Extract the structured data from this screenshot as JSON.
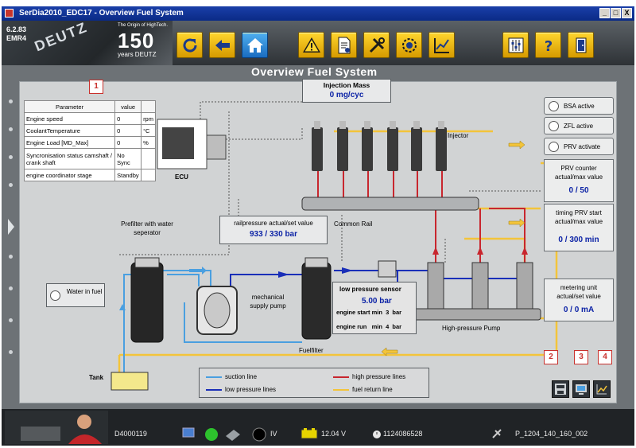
{
  "window": {
    "title": "SerDia2010_EDC17 - Overview Fuel System",
    "minimize": "_",
    "maximize": "□",
    "close": "X"
  },
  "brand": {
    "version": "6.2.83",
    "ecu_type": "EMR4",
    "logo_word": "DEUTZ",
    "tagline": "The Origin of HighTech.",
    "years_number": "150",
    "years_text": "years DEUTZ"
  },
  "toolbar": {
    "buttons": [
      {
        "name": "refresh-button",
        "icon": "refresh-icon"
      },
      {
        "name": "back-button",
        "icon": "back-arrow-icon"
      },
      {
        "name": "home-button",
        "icon": "home-icon"
      },
      {
        "name": "warning-button",
        "icon": "warning-icon"
      },
      {
        "name": "document-button",
        "icon": "document-icon"
      },
      {
        "name": "tools-button",
        "icon": "tools-icon"
      },
      {
        "name": "engine-button",
        "icon": "engine-icon"
      },
      {
        "name": "chart-button",
        "icon": "chart-icon"
      },
      {
        "name": "settings-button",
        "icon": "sliders-icon"
      },
      {
        "name": "help-button",
        "icon": "help-icon"
      },
      {
        "name": "exit-button",
        "icon": "exit-door-icon"
      }
    ]
  },
  "screen": {
    "title": "Overview Fuel System"
  },
  "params_table": {
    "badge": "1",
    "headers": [
      "Parameter",
      "value",
      ""
    ],
    "rows": [
      [
        "Engine speed",
        "0",
        "rpm"
      ],
      [
        "CoolantTemperature",
        "0",
        "°C"
      ],
      [
        "Engine Load [MD_Max]",
        "0",
        "%"
      ],
      [
        "Syncronisation status camshaft / crank shaft",
        "No Sync",
        ""
      ],
      [
        "engine coordinator stage",
        "Standby",
        ""
      ]
    ]
  },
  "diagram": {
    "ecu_label": "ECU",
    "injection_mass_label": "Injection Mass",
    "injection_mass_value": "0 mg/cyc",
    "injector_label": "Injector",
    "common_rail_label": "Common Rail",
    "railpressure_label": "railpressure actual/set value",
    "railpressure_value": "933 / 330 bar",
    "prefilter_label": "Prefilter with water seperator",
    "water_in_fuel_label": "Water in fuel",
    "mech_pump_label": "mechanical supply pump",
    "lp_sensor_label": "low pressure sensor",
    "lp_sensor_value": "5.00 bar",
    "engine_start_label": "engine start min  3  bar",
    "engine_run_label": "engine run   min  4  bar",
    "fuelfilter_label": "Fuelfilter",
    "hp_pump_label": "High-pressure Pump",
    "tank_label": "Tank"
  },
  "status_panel": {
    "bsa": "BSA active",
    "zfl": "ZFL active",
    "prv": "PRV activate",
    "prv_counter_label": "PRV counter actual/max value",
    "prv_counter_value": "0 / 50",
    "timing_prv_label": "timing PRV start actual/max value",
    "timing_prv_value": "0 / 300 min",
    "metering_label": "metering unit actual/set value",
    "metering_value": "0 / 0 mA"
  },
  "legend": {
    "suction": "suction line",
    "low_pressure": "low pressure lines",
    "high_pressure": "high pressure lines",
    "fuel_return": "fuel return line"
  },
  "colors": {
    "suction": "#4a9fe0",
    "low_pressure": "#1a2fb8",
    "high_pressure": "#c8262e",
    "fuel_return": "#f3c43a"
  },
  "bottom_buttons": [
    {
      "badge": "2",
      "icon": "save-icon"
    },
    {
      "badge": "3",
      "icon": "screen-icon"
    },
    {
      "badge": "4",
      "icon": "graph-icon"
    }
  ],
  "statusbar": {
    "device_id": "D4000119",
    "mode": "IV",
    "voltage": "12.04 V",
    "counter": "1124086528",
    "session": "P_1204_140_160_002"
  }
}
